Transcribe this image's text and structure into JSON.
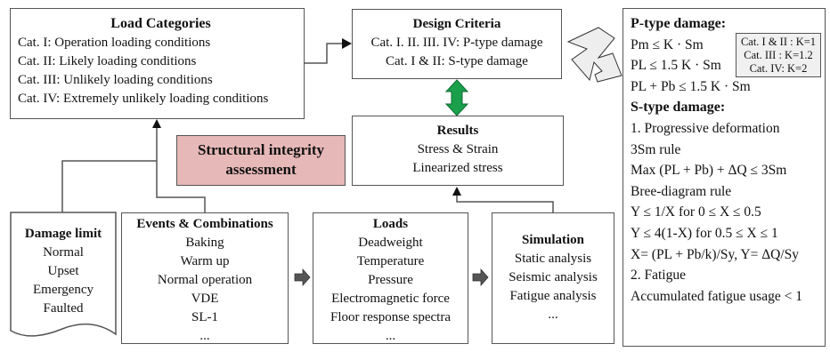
{
  "load_categories": {
    "title": "Load Categories",
    "items": [
      "Cat. I: Operation loading conditions",
      "Cat. II: Likely loading conditions",
      "Cat. III: Unlikely loading conditions",
      "Cat. IV: Extremely unlikely loading conditions"
    ]
  },
  "design_criteria": {
    "title": "Design Criteria",
    "items": [
      "Cat. I. II. III. IV: P-type damage",
      "Cat. I & II: S-type damage"
    ]
  },
  "results": {
    "title": "Results",
    "items": [
      "Stress & Strain",
      "Linearized stress"
    ]
  },
  "structural_integrity": {
    "line1": "Structural integrity",
    "line2": "assessment",
    "fill_color": "#e6b8b7"
  },
  "damage_limit": {
    "title": "Damage limit",
    "items": [
      "Normal",
      "Upset",
      "Emergency",
      "Faulted"
    ]
  },
  "events": {
    "title": "Events & Combinations",
    "items": [
      "Baking",
      "Warm up",
      "Normal operation",
      "VDE",
      "SL-1",
      "..."
    ]
  },
  "loads": {
    "title": "Loads",
    "items": [
      "Deadweight",
      "Temperature",
      "Pressure",
      "Electromagnetic force",
      "Floor response spectra",
      "..."
    ]
  },
  "simulation": {
    "title": "Simulation",
    "items": [
      "Static analysis",
      "Seismic analysis",
      "Fatigue analysis",
      "..."
    ]
  },
  "right_panel": {
    "p_title": "P-type damage:",
    "p_eq1": "Pm ≤ K · Sm",
    "p_eq2": "PL ≤ 1.5 K · Sm",
    "p_eq3": "PL + Pb ≤ 1.5 K · Sm",
    "k_values": [
      "Cat. I & II : K=1",
      "Cat. III : K=1.2",
      "Cat. IV: K=2"
    ],
    "s_title": "S-type damage:",
    "s_item1": "1. Progressive deformation",
    "s_rule1": "3Sm rule",
    "s_eq1": "Max (PL + Pb) + ΔQ ≤ 3Sm",
    "s_rule2": "Bree-diagram rule",
    "s_eq2": "Y ≤ 1/X for 0 ≤ X ≤ 0.5",
    "s_eq3": "Y ≤ 4(1-X) for 0.5 ≤ X ≤ 1",
    "s_eq4": "X= (PL + Pb/k)/Sy, Y= ΔQ/Sy",
    "s_item2": "2. Fatigue",
    "s_fatigue": "Accumulated fatigue usage < 1"
  },
  "colors": {
    "double_arrow": "#1aa04a",
    "block_arrow": "#555555",
    "zigzag_fill": "#eeeeee"
  }
}
